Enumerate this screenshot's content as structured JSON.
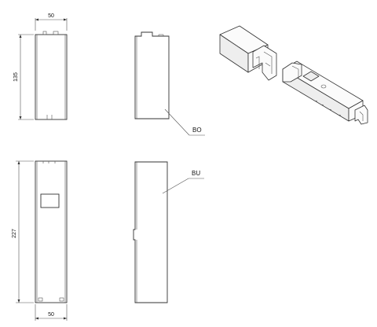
{
  "drawing": {
    "top_part": {
      "width_dim": "50",
      "height_dim": "135",
      "callout": "BO"
    },
    "bottom_part": {
      "width_dim": "50",
      "height_dim": "227",
      "callout": "BU"
    }
  }
}
